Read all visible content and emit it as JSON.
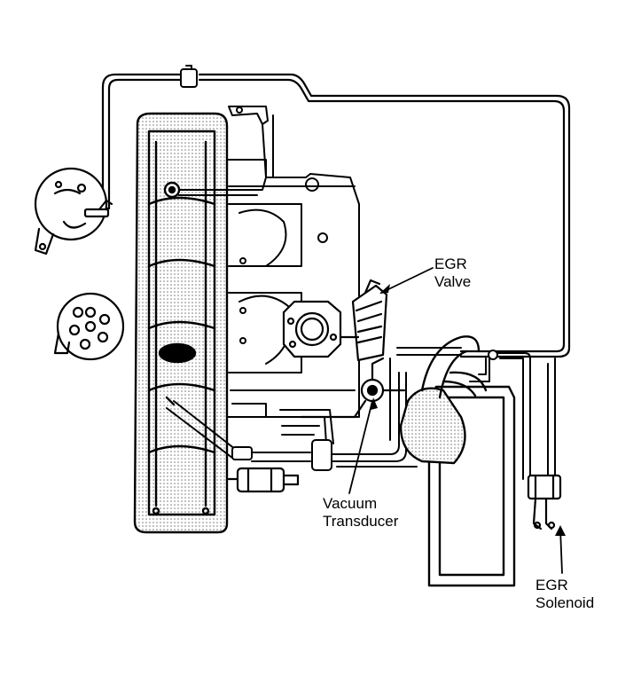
{
  "labels": {
    "egr_valve": {
      "line1": "EGR",
      "line2": "Valve"
    },
    "vacuum_transducer": {
      "line1": "Vacuum",
      "line2": "Transducer"
    },
    "egr_solenoid": {
      "line1": "EGR",
      "line2": "Solenoid"
    }
  },
  "colors": {
    "ink": "#000000",
    "paper": "#ffffff",
    "shade": "#d9d9d9"
  }
}
